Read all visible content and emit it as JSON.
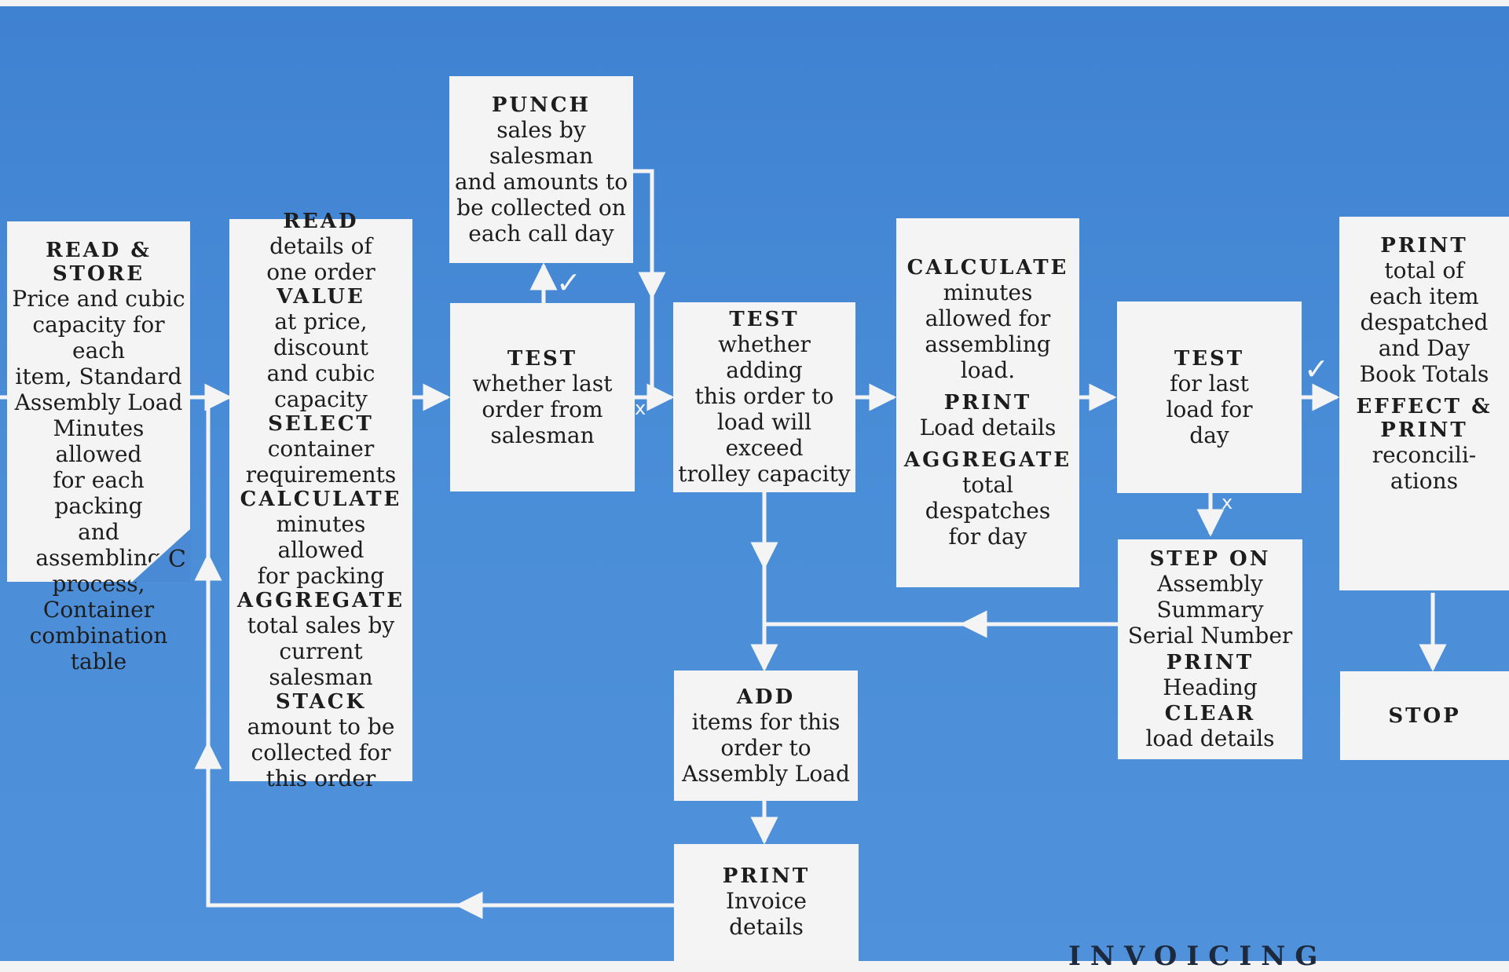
{
  "colors": {
    "background": "#4a8ad4",
    "box": "#f4f4f4",
    "line": "#f4f4f4",
    "text": "#1d1d1d"
  },
  "boxes": {
    "read_store": {
      "segments": [
        {
          "kw": "READ & STORE",
          "text": "Price and cubic\ncapacity for each\nitem, Standard\nAssembly Load\nMinutes allowed\nfor each packing\nand assembling\nprocess,\nContainer\ncombination\ntable"
        }
      ],
      "corner_label": "C"
    },
    "read_value": {
      "segments": [
        {
          "kw": "READ",
          "text": "details of\none order"
        },
        {
          "kw": "VALUE",
          "text": "at price, discount\nand cubic\ncapacity"
        },
        {
          "kw": "SELECT",
          "text": "container\nrequirements"
        },
        {
          "kw": "CALCULATE",
          "text": "minutes allowed\nfor packing"
        },
        {
          "kw": "AGGREGATE",
          "text": "total sales by\ncurrent salesman"
        },
        {
          "kw": "STACK",
          "text": "amount to be\ncollected for\nthis order"
        }
      ]
    },
    "punch": {
      "segments": [
        {
          "kw": "PUNCH",
          "text": "sales by salesman\nand amounts to\nbe collected on\neach call day"
        }
      ]
    },
    "test_salesman": {
      "segments": [
        {
          "kw": "TEST",
          "text": "whether last\norder from\nsalesman"
        }
      ]
    },
    "test_trolley": {
      "segments": [
        {
          "kw": "TEST",
          "text": "whether adding\nthis order to\nload will exceed\ntrolley capacity"
        }
      ]
    },
    "calculate": {
      "segments": [
        {
          "kw": "CALCULATE",
          "text": "minutes\nallowed for\nassembling\nload."
        },
        {
          "kw": "PRINT",
          "text": "Load details"
        },
        {
          "kw": "AGGREGATE",
          "text": "total\ndespatches\nfor day"
        }
      ]
    },
    "test_load": {
      "segments": [
        {
          "kw": "TEST",
          "text": "for last\nload for\nday"
        }
      ]
    },
    "step_on": {
      "segments": [
        {
          "kw": "STEP ON",
          "text": "Assembly\nSummary\nSerial Number"
        },
        {
          "kw": "PRINT",
          "text": "Heading"
        },
        {
          "kw": "CLEAR",
          "text": "load details"
        }
      ]
    },
    "print_totals": {
      "segments": [
        {
          "kw": "PRINT",
          "text": "total of\neach item\ndespatched\nand Day\nBook Totals"
        },
        {
          "kw": "EFFECT &\nPRINT",
          "text": "reconcili-\nations"
        }
      ]
    },
    "add": {
      "segments": [
        {
          "kw": "ADD",
          "text": "items for this\norder to\nAssembly Load"
        }
      ]
    },
    "print_invoice": {
      "segments": [
        {
          "kw": "PRINT",
          "text": "Invoice\ndetails"
        }
      ]
    },
    "stop": {
      "segments": [
        {
          "kw": "STOP",
          "text": ""
        }
      ]
    }
  },
  "markers": {
    "yes": "✓",
    "no": "x"
  },
  "title_partial": "INVOICING"
}
